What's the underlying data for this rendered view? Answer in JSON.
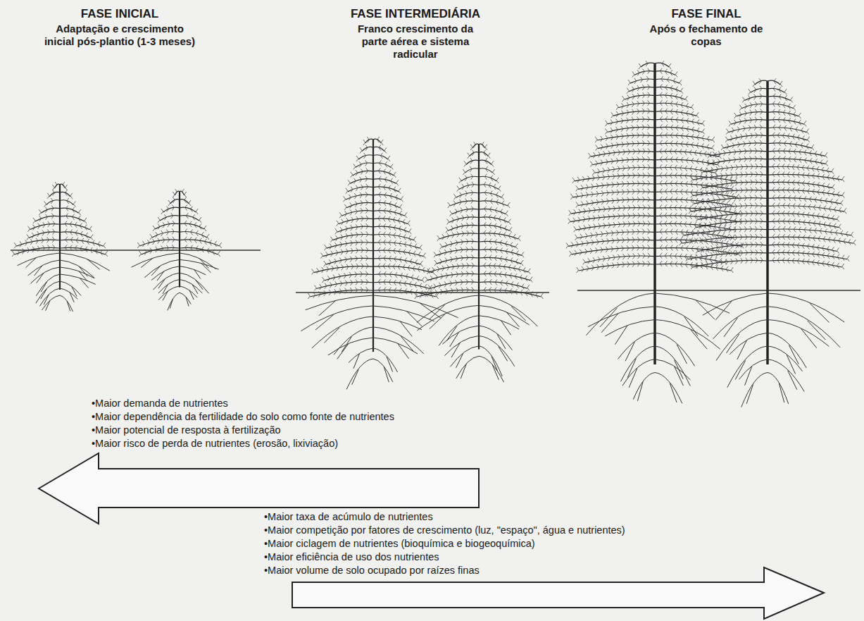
{
  "diagram": {
    "labels": [
      "FASE INICIAL",
      "Adaptação e crescimento inicial pós-plantio (1-3 meses)",
      "FASE INTERMEDIÁRIA",
      "Franco crescimento da parte aérea e sistema radicular",
      "FASE FINAL",
      "Após o fechamento de copas",
      "•Maior demanda de nutrientes",
      "•Maior dependência da fertilidade do solo como fonte de nutrientes",
      "•Maior potencial de resposta à fertilização",
      "•Maior risco de perda de nutrientes (erosão, lixiviação)",
      "•Maior taxa de acúmulo de nutrientes",
      "•Maior competição por fatores de crescimento (luz, \"espaço\", água e nutrientes)",
      "•Maior ciclagem de nutrientes (bioquímica e biogeoquímica)",
      "•Maior eficiência de uso dos nutrientes",
      "•Maior volume de solo ocupado por raízes finas"
    ]
  }
}
